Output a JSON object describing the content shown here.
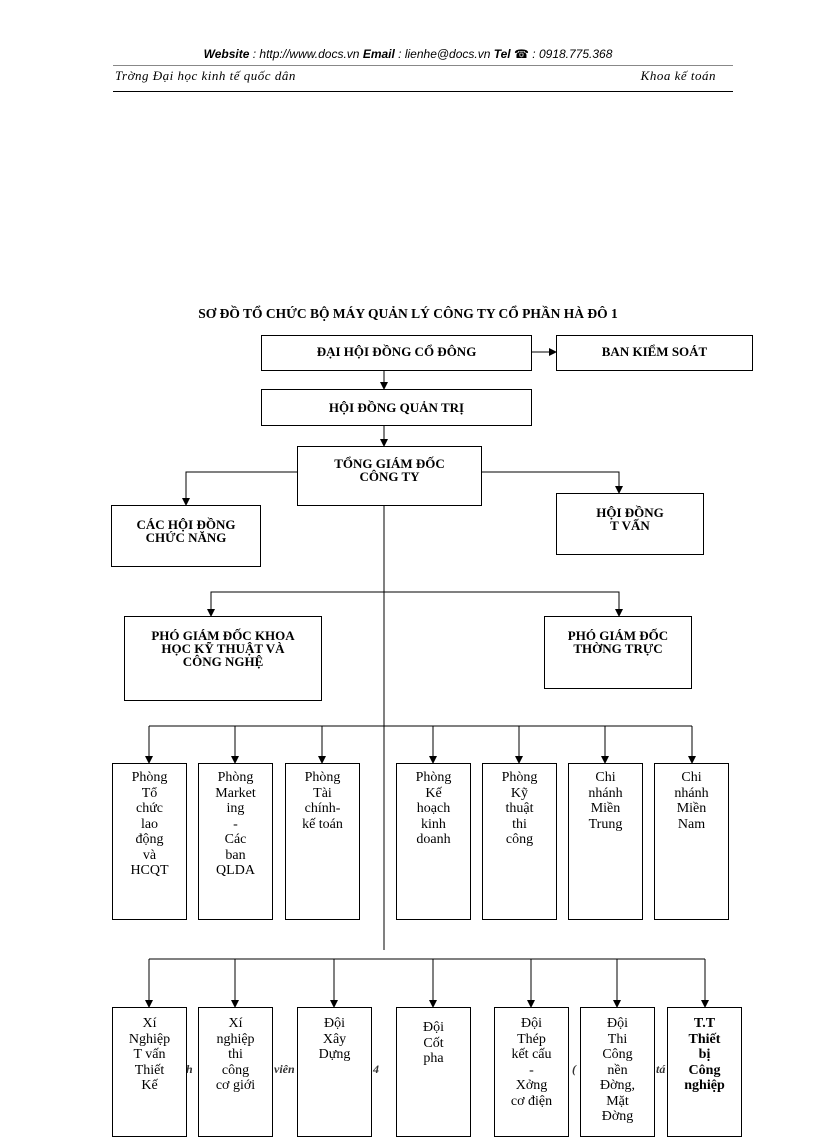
{
  "header": {
    "website_label": "Website",
    "website_value": ": http://www.docs.vn",
    "email_label": "Email",
    "email_value": ": lienhe@docs.vn",
    "tel_label": "Tel",
    "tel_icon": "☎",
    "tel_value": ": 0918.775.368",
    "school": "Trờng  Đại học kinh tế quốc dân",
    "department": "Khoa kế toán"
  },
  "diagram": {
    "title": "SƠ ĐỒ TỔ CHỨC BỘ MÁY QUẢN LÝ CÔNG TY CỔ PHẦN HÀ ĐÔ 1",
    "shareholders": "ĐẠI HỘI ĐỒNG CỔ ĐÔNG",
    "supervisory": "BAN KIỂM SOÁT",
    "board": "HỘI ĐỒNG QUẢN TRỊ",
    "ceo": "TỔNG GIÁM ĐỐC\nCÔNG TY",
    "functional_councils": "CÁC HỘI ĐỒNG\nCHỨC NĂNG",
    "advisory_council": "HỘI ĐỒNG\nT   VẤN",
    "deputy_tech": "PHÓ GIÁM ĐỐC KHOA\nHỌC KỸ THUẬT VÀ\nCÔNG NGHỆ",
    "deputy_standing": "PHÓ GIÁM ĐỐC\nTHỜNG   TRỰC",
    "departments": [
      "Phòng\nTổ\nchức\nlao\nđộng\nvà\nHCQT",
      "Phòng\nMarket\ning\n-\nCác\nban\nQLDA",
      "Phòng\nTài\nchính-\nkế toán",
      "Phòng\nKế\nhoạch\nkinh\ndoanh",
      "Phòng\nKỹ\nthuật\nthi\ncông",
      "Chi\nnhánh\nMiền\nTrung",
      "Chi\nnhánh\nMiền\nNam"
    ],
    "units": [
      "Xí\nNghiệp\nT   vấn\nThiết\nKế",
      "Xí\nnghiệp\nthi\ncông\ncơ giới",
      "Đội\nXây\nDựng",
      "Đội\nCốt\npha",
      "Đội\nThép\nkết cấu\n-\nXởng\ncơ điện",
      "Đội\nThi\nCông\nnền\nĐờng,\nMặt\nĐờng",
      "T.T\nThiết\nbị\nCông\nnghiệp"
    ]
  },
  "footer": {
    "fragment_1": "h",
    "fragment_2": "viên",
    "fragment_3": "4",
    "fragment_4": "(",
    "fragment_5": "tá"
  }
}
